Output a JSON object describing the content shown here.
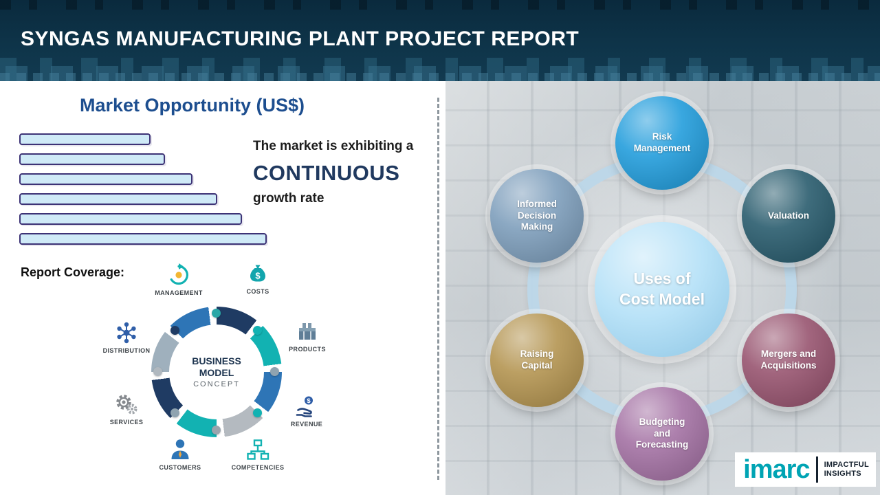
{
  "header": {
    "title": "SYNGAS MANUFACTURING PLANT PROJECT REPORT"
  },
  "left_panel": {
    "section_title": "Market Opportunity (US$)",
    "market_text": {
      "line1": "The market is exhibiting a",
      "line2": "CONTINUOUS",
      "line3": "growth rate"
    },
    "report_coverage_label": "Report Coverage:",
    "business_model": {
      "center_title": "BUSINESS\nMODEL",
      "center_subtitle": "CONCEPT",
      "items": [
        {
          "label": "MANAGEMENT",
          "icon": "recycle-bulb-icon",
          "color": "#12b2b2"
        },
        {
          "label": "COSTS",
          "icon": "money-bag-icon",
          "color": "#12a5ad"
        },
        {
          "label": "DISTRIBUTION",
          "icon": "network-icon",
          "color": "#2f5ea8"
        },
        {
          "label": "PRODUCTS",
          "icon": "box-icon",
          "color": "#5f7e97"
        },
        {
          "label": "SERVICES",
          "icon": "gears-icon",
          "color": "#85898e"
        },
        {
          "label": "REVENUE",
          "icon": "hand-coin-icon",
          "color": "#2f5ea8"
        },
        {
          "label": "CUSTOMERS",
          "icon": "person-icon",
          "color": "#2e75b6"
        },
        {
          "label": "COMPETENCIES",
          "icon": "org-chart-icon",
          "color": "#12b2b2"
        }
      ]
    }
  },
  "chart_data": {
    "type": "bar",
    "orientation": "horizontal",
    "title": "Market Opportunity (US$)",
    "categories": [
      "",
      "",
      "",
      "",
      "",
      ""
    ],
    "values": [
      53,
      59,
      70,
      80,
      90,
      100
    ],
    "value_note": "relative bar lengths; no axis values shown in image",
    "bar_fill": "#cfeaf7",
    "bar_border": "#3d3376",
    "grid": false,
    "legend": false
  },
  "right_panel": {
    "center_label": "Uses of\nCost Model",
    "center_color": "#a9dcf6",
    "nodes": [
      {
        "label": "Risk\nManagement",
        "color": "#1e9bdb"
      },
      {
        "label": "Valuation",
        "color": "#24586a"
      },
      {
        "label": "Mergers and\nAcquisitions",
        "color": "#95506c"
      },
      {
        "label": "Budgeting\nand\nForecasting",
        "color": "#a26fa2"
      },
      {
        "label": "Raising\nCapital",
        "color": "#b2924d"
      },
      {
        "label": "Informed\nDecision\nMaking",
        "color": "#7b9cba"
      }
    ]
  },
  "logo": {
    "brand": "imarc",
    "tagline": "IMPACTFUL\nINSIGHTS",
    "brand_color": "#00a4b4"
  },
  "colors": {
    "header_bg": "#0e3449",
    "accent_blue": "#1d4e8f",
    "continuous_text": "#20395f"
  }
}
